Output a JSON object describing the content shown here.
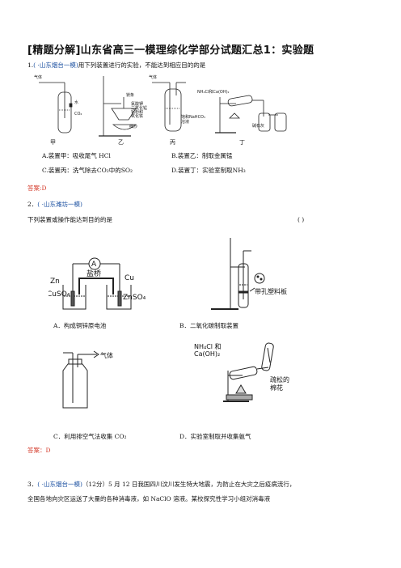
{
  "title": "[精题分解]山东省高三一模理综化学部分试题汇总1：实验题",
  "q1": {
    "num": "1.",
    "source": "( ·山东烟台一模)",
    "stem": "用下列装置进行的实验，不能达到相应目的的是",
    "fig_labels": {
      "gas1": "气体",
      "gas2": "气体",
      "water": "水",
      "co2": "CO₂",
      "mg": "镁条",
      "thermite": "氯酸钾\n二氧化锰\n铝粉和\n氧化铁",
      "sand": "细沙",
      "nahco3": "饱和NaHCO₃\n溶液",
      "nh4cl": "NH₄Cl和Ca(OH)₂",
      "lime": "碱石灰",
      "cap_a": "甲",
      "cap_b": "乙",
      "cap_c": "丙",
      "cap_d": "丁"
    },
    "options": {
      "a": "A.装置甲：吸收尾气 HCl",
      "b": "B.装置乙：制取金属锰",
      "c": "C.装置丙：洗气除去CO₂中的SO₂",
      "d": "D.装置丁：实验室制取NH₃"
    },
    "answer": "答案:D"
  },
  "q2": {
    "num": "2．",
    "source": "( ·山东潍坊一模)",
    "stem": "下列装置或操作能达到目的的是",
    "paren": "(      )",
    "fig_labels": {
      "ammeter": "A",
      "salt_bridge": "盐桥",
      "zn": "Zn",
      "cu": "Cu",
      "cuso4": "CuSO₄",
      "znso4": "ZnSO₄",
      "plate": "带孔塑料板",
      "gas": "气体",
      "nh4cl": "NH₄Cl 和",
      "caoh": "Ca(OH)₂",
      "cotton1": "疏松的",
      "cotton2": "棉花"
    },
    "options": {
      "a": "A．构成铜锌原电池",
      "b": "B．二氧化碳制取装置",
      "c": "C．利用排空气法收集 CO₂",
      "d": "D．实验室制取并收集氨气"
    },
    "answer": "答案：D"
  },
  "q3": {
    "num": "3．",
    "source": "( ·山东烟台一模)",
    "line1": "（12分）5 月 12 日我国四川汶川发生特大地震，为防止在大灾之后疫病流行，",
    "line2": "全国各地向灾区运送了大量的各种消毒液，如 NaClO 溶液。某校探究性学习小组对消毒液"
  }
}
